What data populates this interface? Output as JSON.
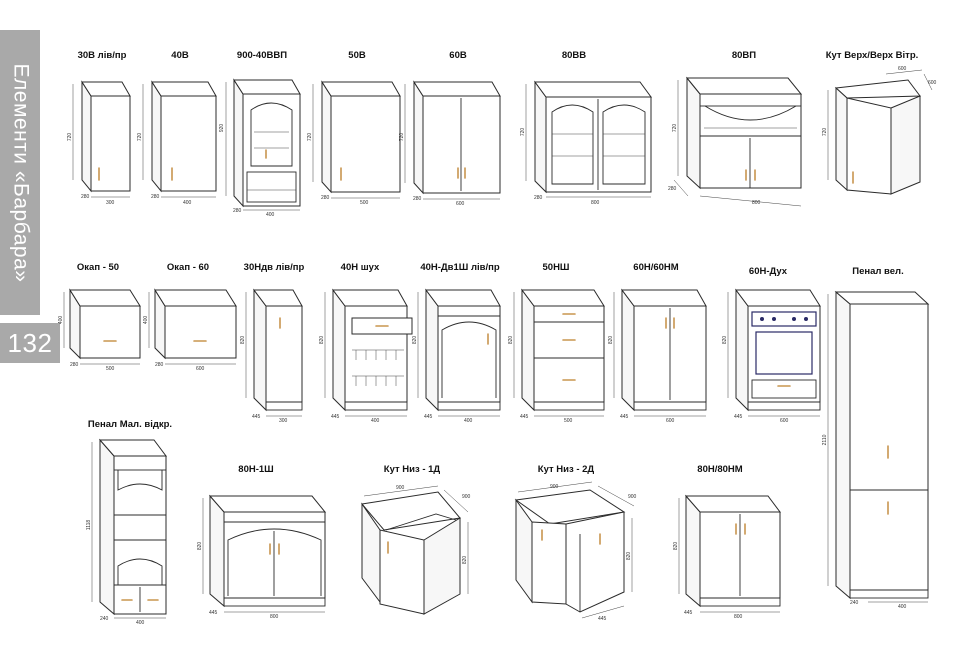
{
  "side_title": "Елементи «Барбара»",
  "page_number": "132",
  "cabinets": [
    {
      "id": "30v",
      "label": "30В лів/пр",
      "height": "720",
      "depth": "280",
      "width": "300"
    },
    {
      "id": "40v",
      "label": "40В",
      "height": "720",
      "depth": "280",
      "width": "400"
    },
    {
      "id": "900-40vvp",
      "label": "900-40ВВП",
      "height": "920",
      "depth": "280",
      "width": "400"
    },
    {
      "id": "50v",
      "label": "50В",
      "height": "720",
      "depth": "280",
      "width": "500"
    },
    {
      "id": "60v",
      "label": "60В",
      "height": "720",
      "depth": "280",
      "width": "600"
    },
    {
      "id": "80vv",
      "label": "80ВВ",
      "height": "720",
      "depth": "280",
      "width": "800"
    },
    {
      "id": "80vp",
      "label": "80ВП",
      "height": "720",
      "depth": "280",
      "width": "800"
    },
    {
      "id": "kut-verh",
      "label": "Кут Верх/Верх Вітр.",
      "height": "720",
      "depth": "600",
      "width": "600"
    },
    {
      "id": "okap-50",
      "label": "Окап - 50",
      "height": "400",
      "depth": "280",
      "width": "500"
    },
    {
      "id": "okap-60",
      "label": "Окап - 60",
      "height": "400",
      "depth": "280",
      "width": "600"
    },
    {
      "id": "30ndv",
      "label": "30Ндв лів/пр",
      "height": "820",
      "depth": "445",
      "width": "300"
    },
    {
      "id": "40n-shuh",
      "label": "40Н шух",
      "height": "820",
      "depth": "445",
      "width": "400"
    },
    {
      "id": "40n-dv1sh",
      "label": "40Н-Дв1Ш лів/пр",
      "height": "820",
      "depth": "445",
      "width": "400"
    },
    {
      "id": "50nsh",
      "label": "50НШ",
      "height": "820",
      "depth": "445",
      "width": "500"
    },
    {
      "id": "60n-60nm",
      "label": "60Н/60НМ",
      "height": "820",
      "depth": "445",
      "width": "600"
    },
    {
      "id": "60n-duh",
      "label": "60Н-Дух",
      "height": "820",
      "depth": "445",
      "width": "600"
    },
    {
      "id": "penal-vel",
      "label": "Пенал вел.",
      "height": "2110",
      "depth": "240",
      "width": "400"
    },
    {
      "id": "penal-mal",
      "label": "Пенал Мал. відкр.",
      "height": "1118",
      "depth": "240",
      "width": "400"
    },
    {
      "id": "80n-1sh",
      "label": "80Н-1Ш",
      "height": "820",
      "depth": "445",
      "width": "800"
    },
    {
      "id": "kut-niz-1d",
      "label": "Кут Низ - 1Д",
      "height": "820",
      "depth": "900",
      "width": "900"
    },
    {
      "id": "kut-niz-2d",
      "label": "Кут Низ - 2Д",
      "height": "820",
      "depth": "900",
      "width": "900",
      "side": "445"
    },
    {
      "id": "80n-80nm",
      "label": "80Н/80НМ",
      "height": "820",
      "depth": "445",
      "width": "800"
    }
  ]
}
